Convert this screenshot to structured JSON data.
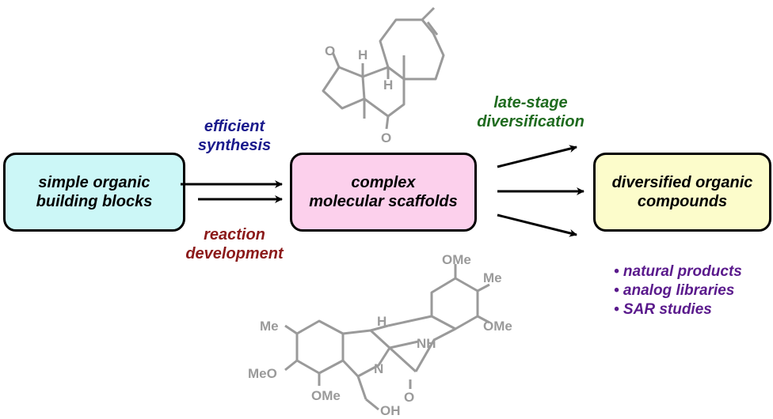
{
  "colors": {
    "box1_fill": "#ccf7f7",
    "box2_fill": "#fcd0ec",
    "box3_fill": "#fcfccb",
    "blue": "#1a1a8c",
    "darkred": "#8b1a1a",
    "green": "#1f6b1f",
    "purple": "#5a1a8c",
    "molecule": "#9a9a9a"
  },
  "boxes": {
    "start": [
      "simple organic",
      "building blocks"
    ],
    "middle": [
      "complex",
      "molecular scaffolds"
    ],
    "end": [
      "diversified organic",
      "compounds"
    ]
  },
  "labels": {
    "efficient": [
      "efficient",
      "synthesis"
    ],
    "reaction": [
      "reaction",
      "development"
    ],
    "late_stage": [
      "late-stage",
      "diversification"
    ]
  },
  "applications": [
    "• natural products",
    "• analog libraries",
    "• SAR studies"
  ],
  "molecule_top": {
    "atoms": [
      "O",
      "H",
      "H",
      "O"
    ]
  },
  "molecule_bottom": {
    "atoms": [
      "OMe",
      "Me",
      "OMe",
      "Me",
      "H",
      "NH",
      "MeO",
      "N",
      "OMe",
      "O",
      "OH"
    ]
  }
}
